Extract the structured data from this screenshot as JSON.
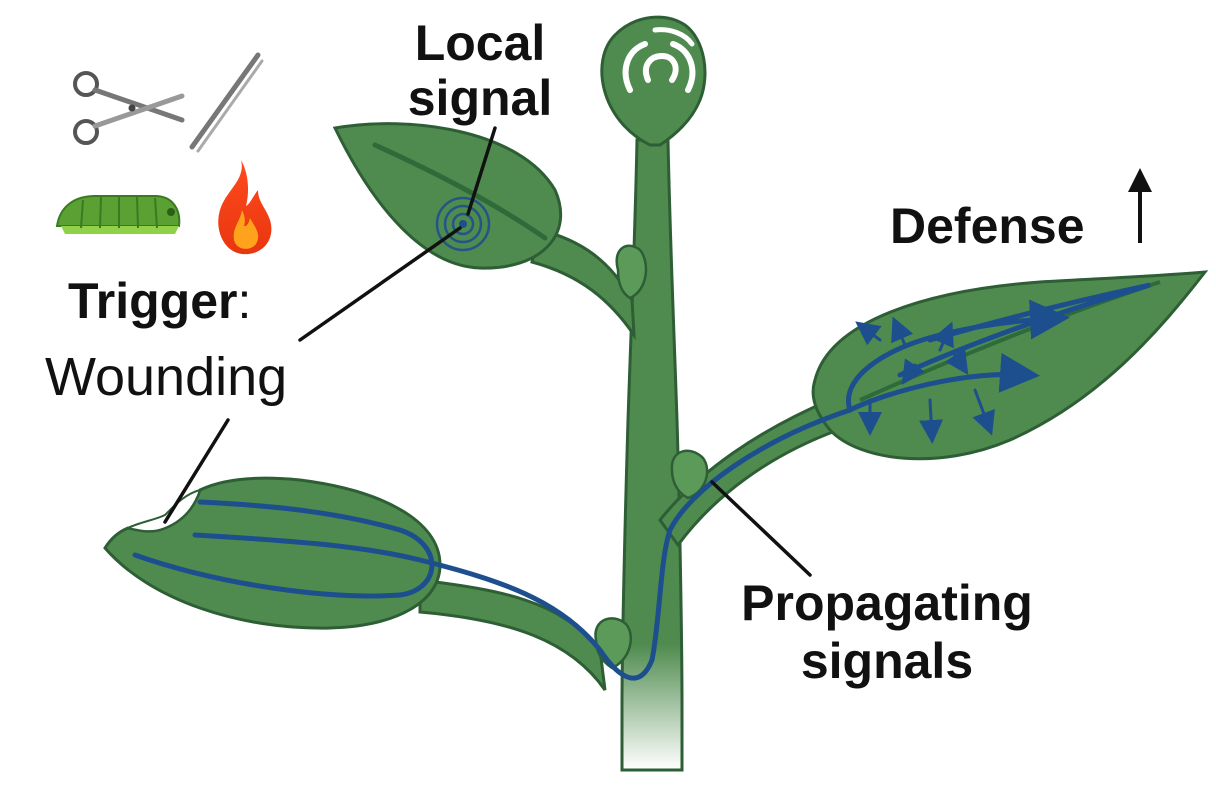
{
  "labels": {
    "local_signal": [
      "Local",
      "signal"
    ],
    "trigger": "Trigger",
    "trigger_colon": ":",
    "wounding": "Wounding",
    "defense": "Defense",
    "propagating": [
      "Propagating",
      "signals"
    ]
  },
  "icons": [
    "scissors-icon",
    "forceps-icon",
    "caterpillar-icon",
    "fire-icon"
  ],
  "colors": {
    "plant_fill": "#4f8b4e",
    "plant_stroke": "#2e5e35",
    "vein": "#2f6a3a",
    "signal": "#1d4f8f",
    "text": "#111111"
  }
}
